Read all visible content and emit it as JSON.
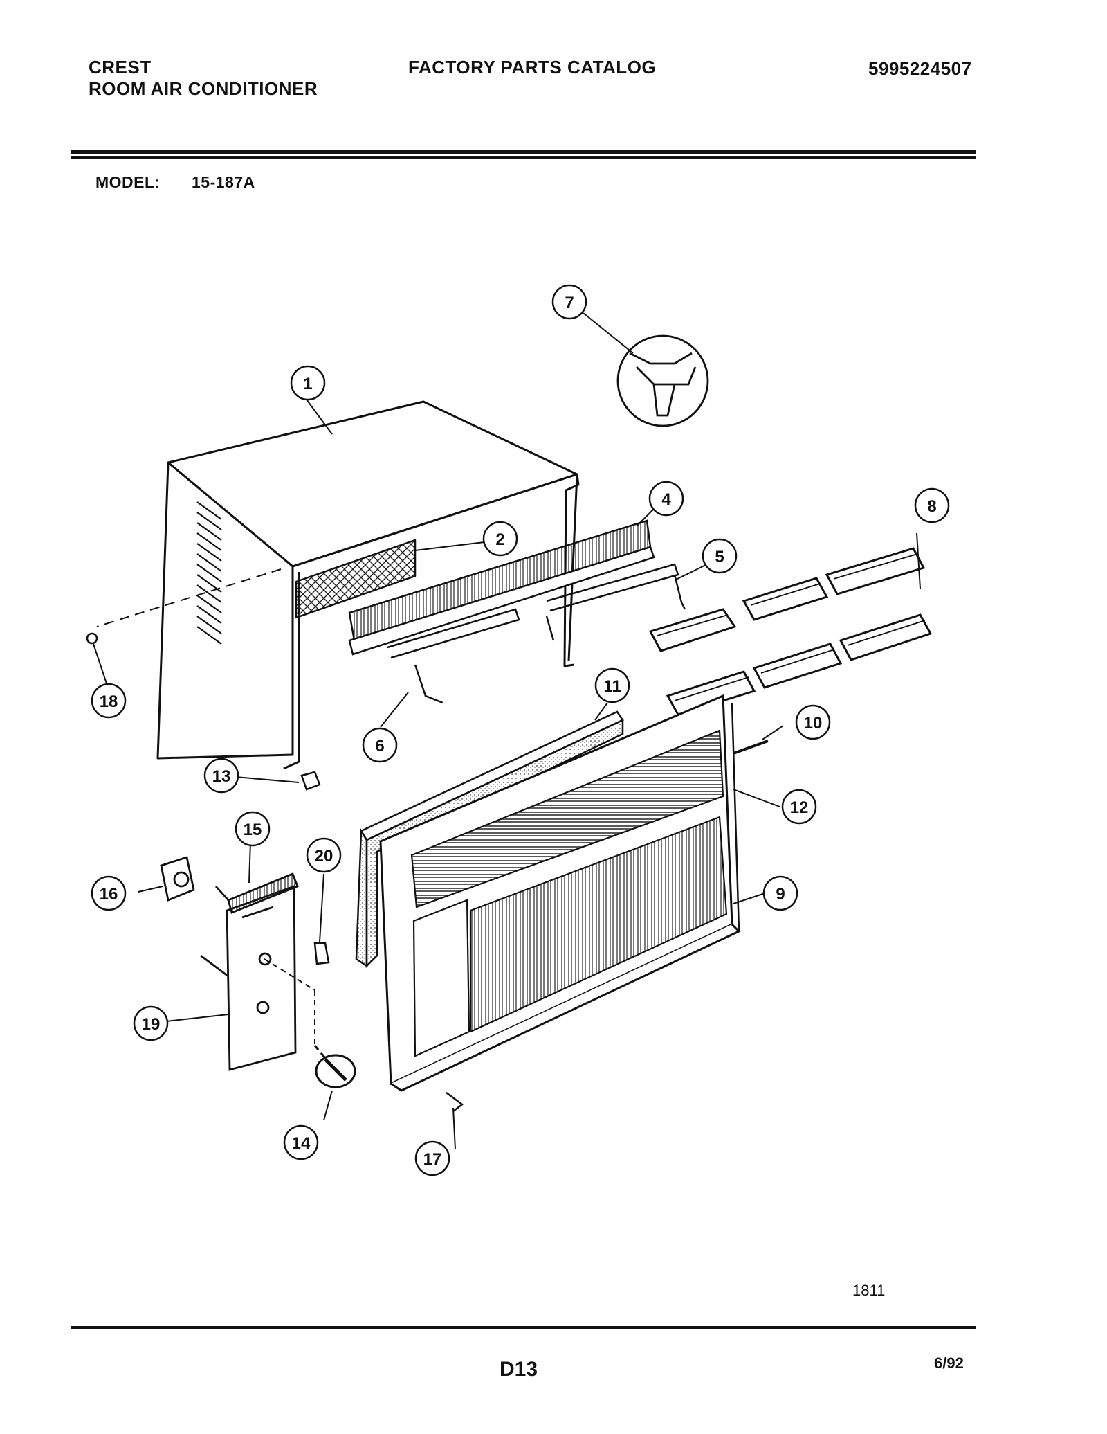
{
  "header": {
    "brand": "CREST",
    "product": "ROOM AIR CONDITIONER",
    "catalog_title": "FACTORY PARTS CATALOG",
    "catalog_number": "5995224507"
  },
  "model": {
    "label": "MODEL:",
    "value": "15-187A"
  },
  "callouts": [
    "1",
    "2",
    "4",
    "5",
    "6",
    "7",
    "8",
    "9",
    "10",
    "11",
    "12",
    "13",
    "14",
    "15",
    "16",
    "17",
    "18",
    "19",
    "20"
  ],
  "footer": {
    "drawing_number": "1811",
    "page_code": "D13",
    "date": "6/92"
  }
}
